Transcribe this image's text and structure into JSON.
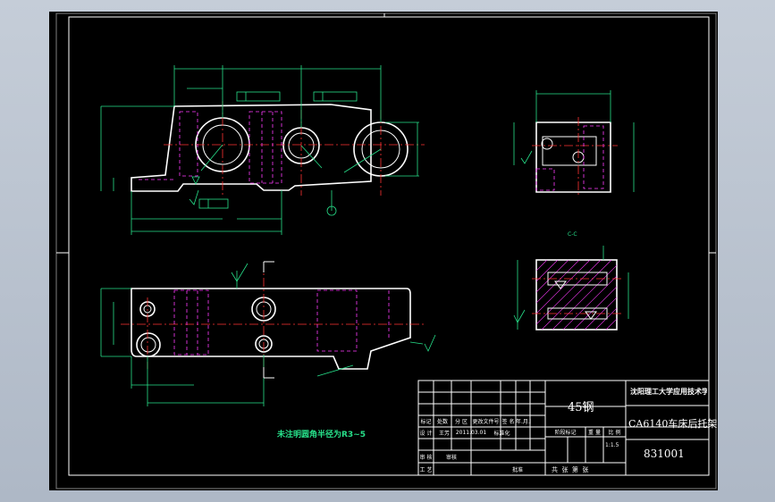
{
  "drawing": {
    "material": "45钢",
    "school": "沈阳理工大学应用技术学院",
    "part_name": "CA6140车床后托架",
    "drawing_no": "831001",
    "scale": "1:1.5",
    "sheet_info": "共  张  第  张",
    "note": "未注明圆角半径为R3~5",
    "section_label": "C-C"
  },
  "title_block": {
    "header_cells": [
      "标记",
      "处数",
      "分 区",
      "更改文件号",
      "签 名",
      "年.月.日"
    ],
    "row_design": [
      "设 计",
      "王芳",
      "2011.03.01",
      "标准化"
    ],
    "stage_cells": [
      "阶段标记",
      "重 量",
      "比 例"
    ],
    "row_review": [
      "审 核",
      "审核"
    ],
    "row_process": [
      "工 艺",
      "批准"
    ]
  },
  "colors": {
    "sheet": "#000000",
    "dimensions": "#27e08a",
    "hidden_lines": "#ff3cff",
    "center_lines": "#ff3333",
    "outline": "#ffffff"
  }
}
